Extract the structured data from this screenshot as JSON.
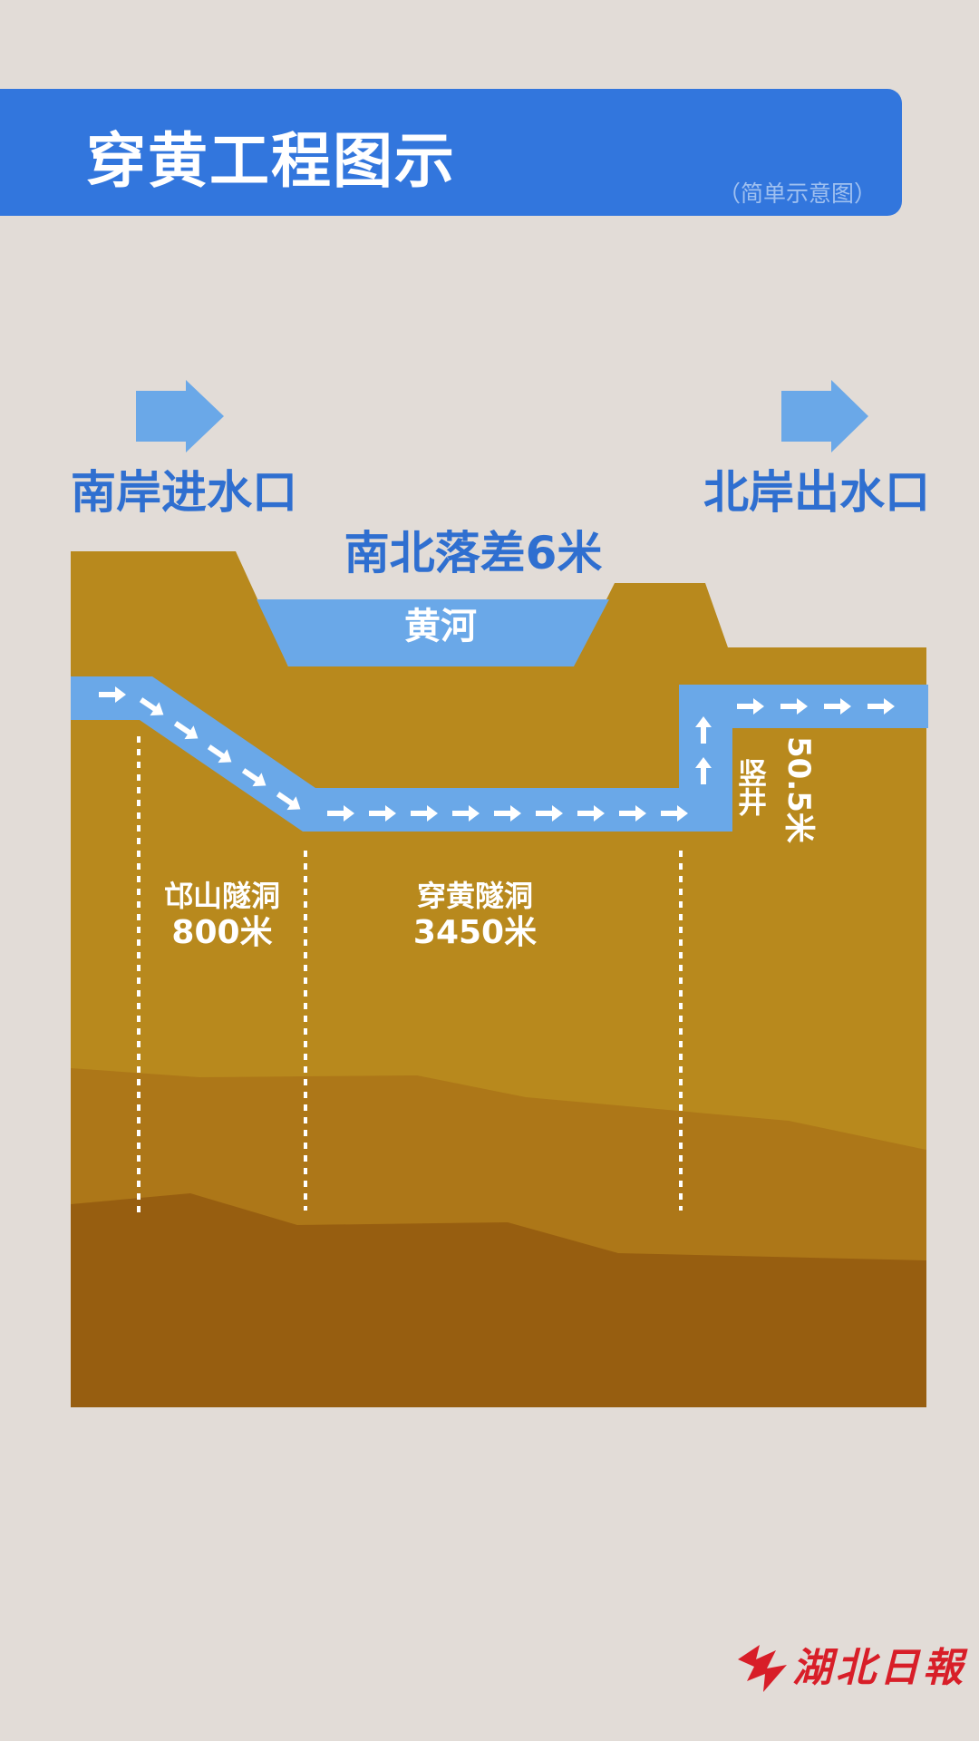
{
  "header": {
    "title": "穿黄工程图示",
    "subtitle": "（简单示意图）"
  },
  "labels": {
    "south_inlet": "南岸进水口",
    "north_outlet": "北岸出水口",
    "elevation_drop": "南北落差6米",
    "yellow_river": "黄河",
    "qiushan_tunnel_name": "邙山隧洞",
    "qiushan_tunnel_length": "800米",
    "chuanhuang_tunnel_name": "穿黄隧洞",
    "chuanhuang_tunnel_length": "3450米",
    "shaft_name": "竖井",
    "shaft_depth": "50.5米"
  },
  "logo": {
    "text": "湖北日報"
  },
  "colors": {
    "background": "#e2dcd7",
    "header": "#3276dd",
    "label_blue": "#2f6fd0",
    "water": "#6aa8e8",
    "ground_top": "#b8891d",
    "ground_mid": "#ad7718",
    "ground_bottom": "#975e10",
    "logo_red": "#d81e28"
  },
  "icons": [
    "flow-direction-arrow-icon",
    "logo-emblem-icon"
  ]
}
